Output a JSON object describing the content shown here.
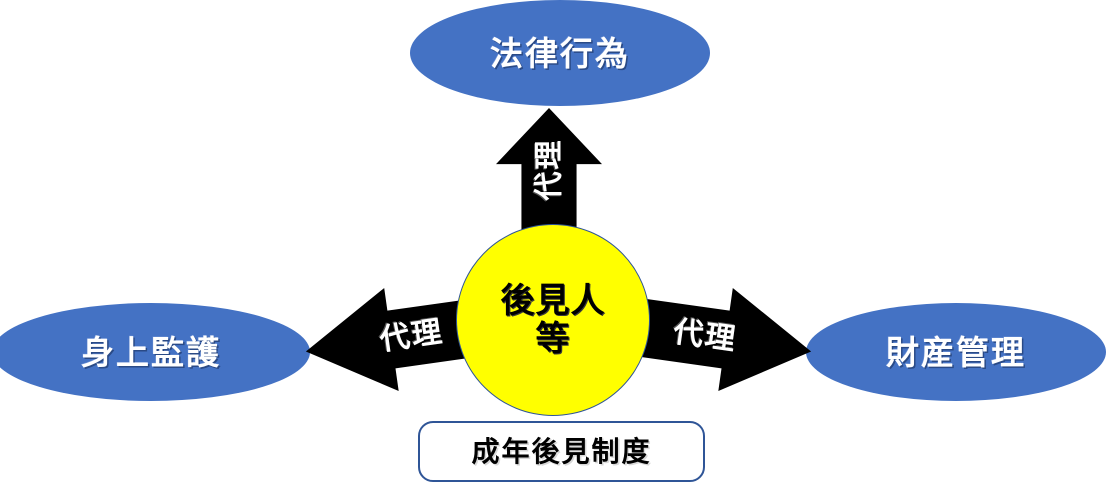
{
  "diagram": {
    "title": "成年後見制度",
    "background_color": "#FFFFFF",
    "colors": {
      "node_blue": "#4472C4",
      "center_yellow": "#FFFF00",
      "arrow_black": "#000000",
      "outline_blue": "#2F5597",
      "node_text": "#FFFFFF",
      "center_text": "#000000"
    },
    "nodes": {
      "center": {
        "label_line1": "後見人",
        "label_line2": "等",
        "shape": "circle",
        "fill": "#FFFF00"
      },
      "top": {
        "label": "法律行為",
        "shape": "ellipse",
        "fill": "#4472C4"
      },
      "left": {
        "label": "身上監護",
        "shape": "ellipse",
        "fill": "#4472C4"
      },
      "right": {
        "label": "財産管理",
        "shape": "ellipse",
        "fill": "#4472C4"
      }
    },
    "arrows": {
      "up": {
        "label": "代理",
        "direction": "up",
        "from": "後見人等",
        "to": "法律行為"
      },
      "left": {
        "label": "代理",
        "direction": "left",
        "from": "後見人等",
        "to": "身上監護"
      },
      "right": {
        "label": "代理",
        "direction": "right",
        "from": "後見人等",
        "to": "財産管理"
      }
    },
    "caption": {
      "label": "成年後見制度"
    }
  }
}
